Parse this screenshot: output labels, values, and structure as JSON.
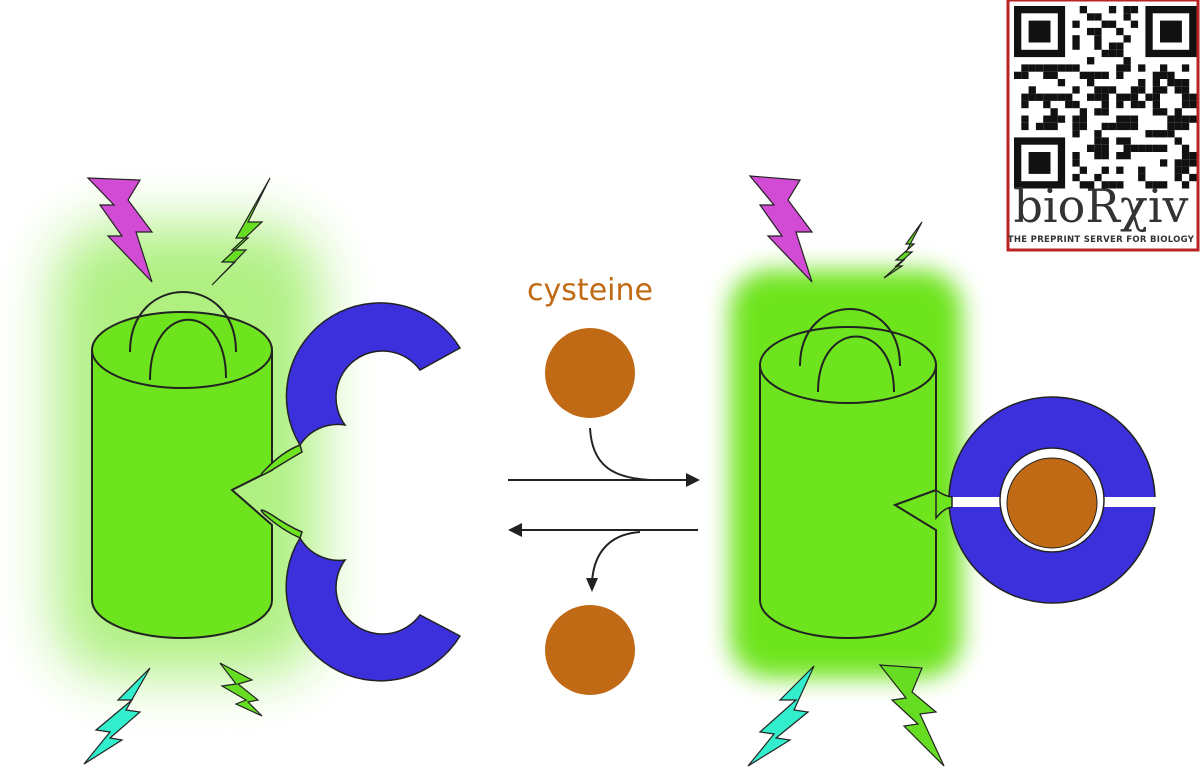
{
  "ligand": {
    "label": "cysteine"
  },
  "badge": {
    "logo_text": "bioRχiv",
    "tagline": "THE PREPRINT SERVER FOR BIOLOGY",
    "qr_icon": "qr-code-icon"
  },
  "colors": {
    "protein_body": "#6ee41e",
    "protein_glow": "#6ee41e",
    "binder": "#3b30dc",
    "ligand": "#c16a16",
    "bolt_magenta": "#d24bd4",
    "bolt_green": "#66dd22",
    "bolt_cyan": "#33eecc",
    "badge_border": "#bb2222"
  },
  "icons": {
    "excitation": "lightning-bolt-icon",
    "emission": "lightning-bolt-icon"
  }
}
